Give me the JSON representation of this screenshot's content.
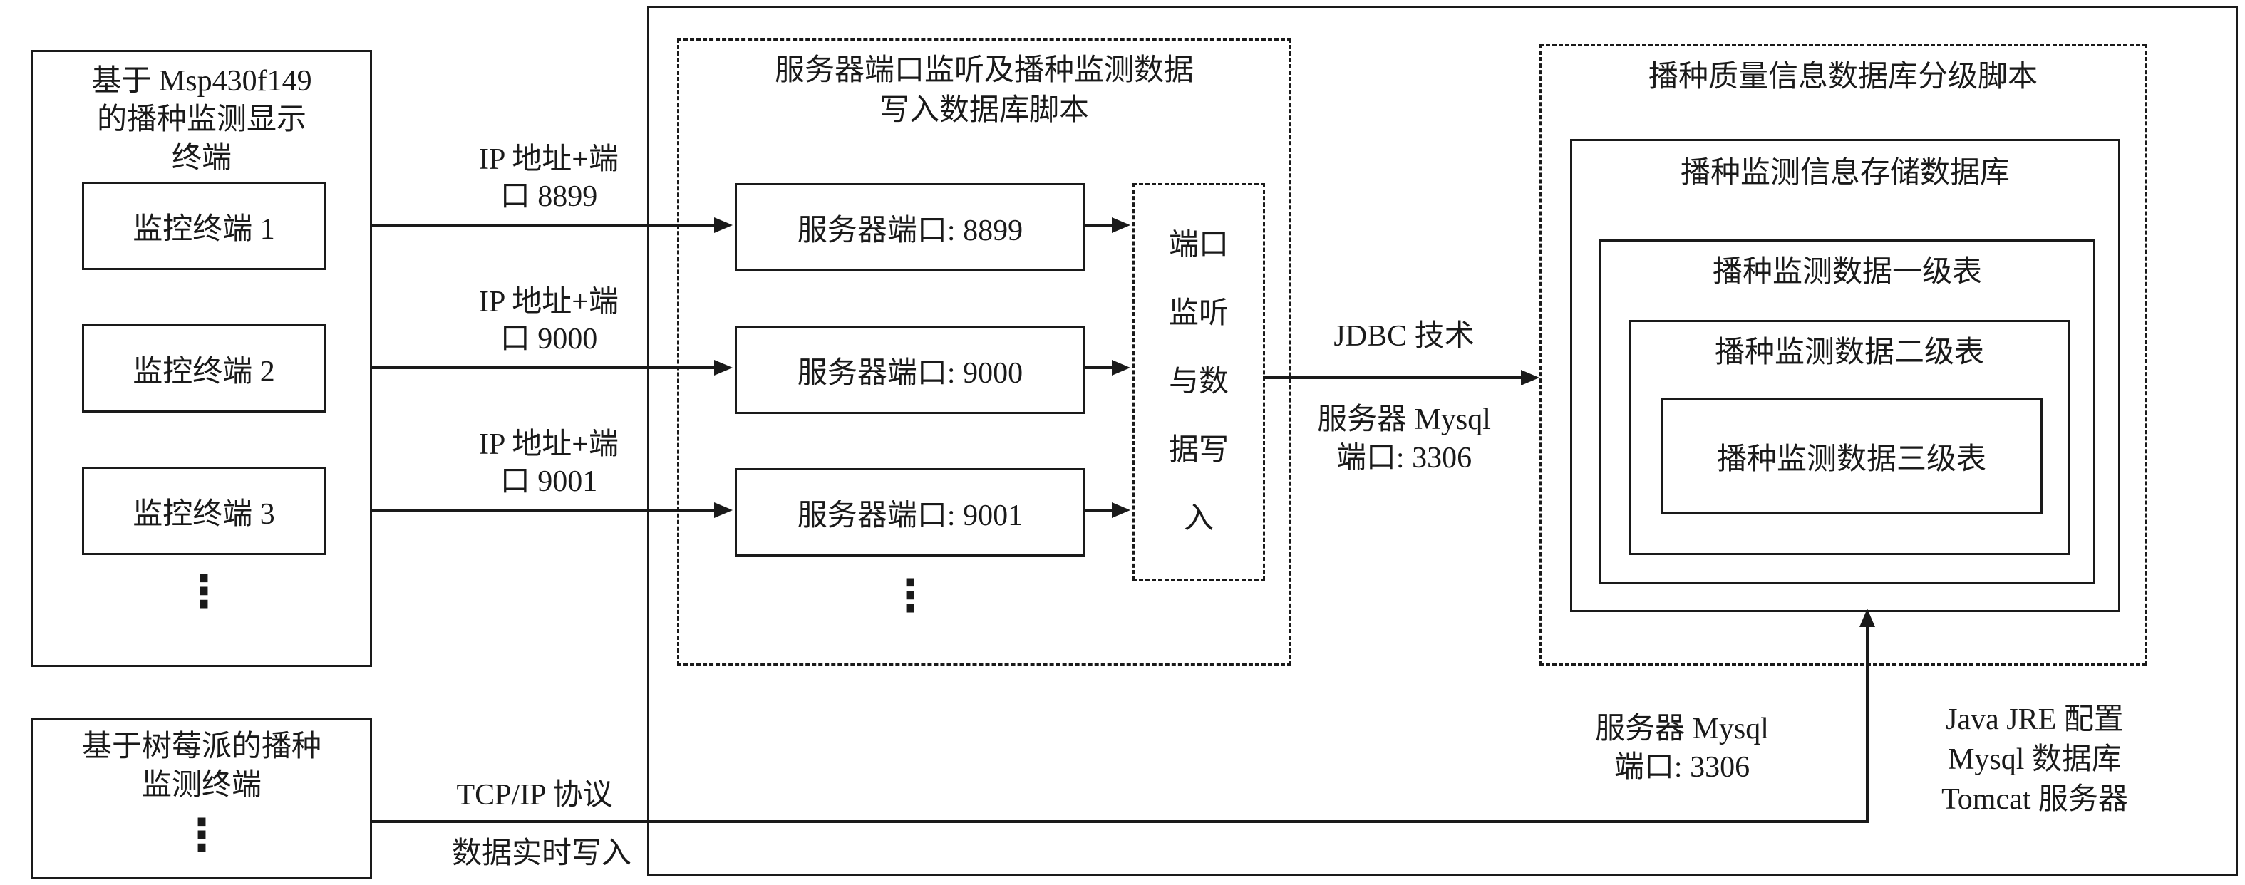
{
  "colors": {
    "ink": "#1a1a1a",
    "background": "#ffffff"
  },
  "msp_group": {
    "title": "基于 Msp430f149\n的播种监测显示\n终端",
    "terminals": [
      "监控终端 1",
      "监控终端 2",
      "监控终端 3"
    ],
    "ellipsis": "⋮"
  },
  "raspberry_group": {
    "title": "基于树莓派的播种\n监测终端",
    "ellipsis": "⋮"
  },
  "ip_links": [
    "IP 地址+端\n口 8899",
    "IP 地址+端\n口 9000",
    "IP 地址+端\n口 9001"
  ],
  "server_script": {
    "title": "服务器端口监听及播种监测数据\n写入数据库脚本",
    "ports": [
      "服务器端口: 8899",
      "服务器端口: 9000",
      "服务器端口: 9001"
    ],
    "ellipsis": "⋮",
    "listener": "端口\n监听\n与数\n据写\n入"
  },
  "jdbc_link": {
    "tech": "JDBC 技术",
    "mysql": "服务器 Mysql\n端口: 3306"
  },
  "grading_script": {
    "title": "播种质量信息数据库分级脚本",
    "storage": "播种监测信息存储数据库",
    "level1": "播种监测数据一级表",
    "level2": "播种监测数据二级表",
    "level3": "播种监测数据三级表"
  },
  "tcp_link": {
    "protocol": "TCP/IP 协议",
    "realtime": "数据实时写入",
    "mysql": "服务器 Mysql\n端口: 3306",
    "env": "Java JRE 配置\nMysql 数据库\nTomcat 服务器"
  }
}
